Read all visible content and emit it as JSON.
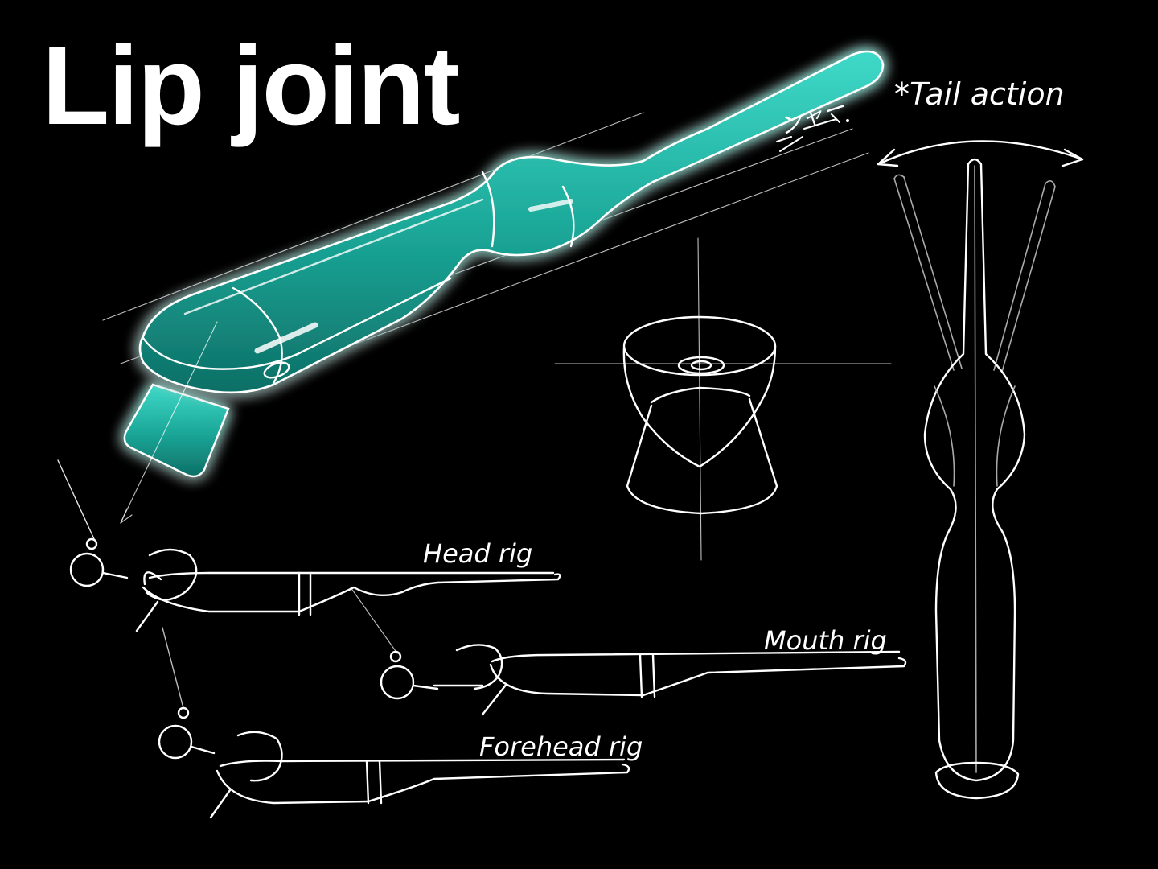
{
  "title": "Lip joint",
  "labels": {
    "tail_action": "*Tail action",
    "head_rig": "Head rig",
    "mouth_rig": "Mouth rig",
    "forehead_rig": "Forehead rig"
  },
  "signature": "ンャー",
  "colors": {
    "background": "#000000",
    "lure_fill": "#1fb5a6",
    "lure_glow": "#2fe0cc",
    "line": "#ffffff"
  }
}
